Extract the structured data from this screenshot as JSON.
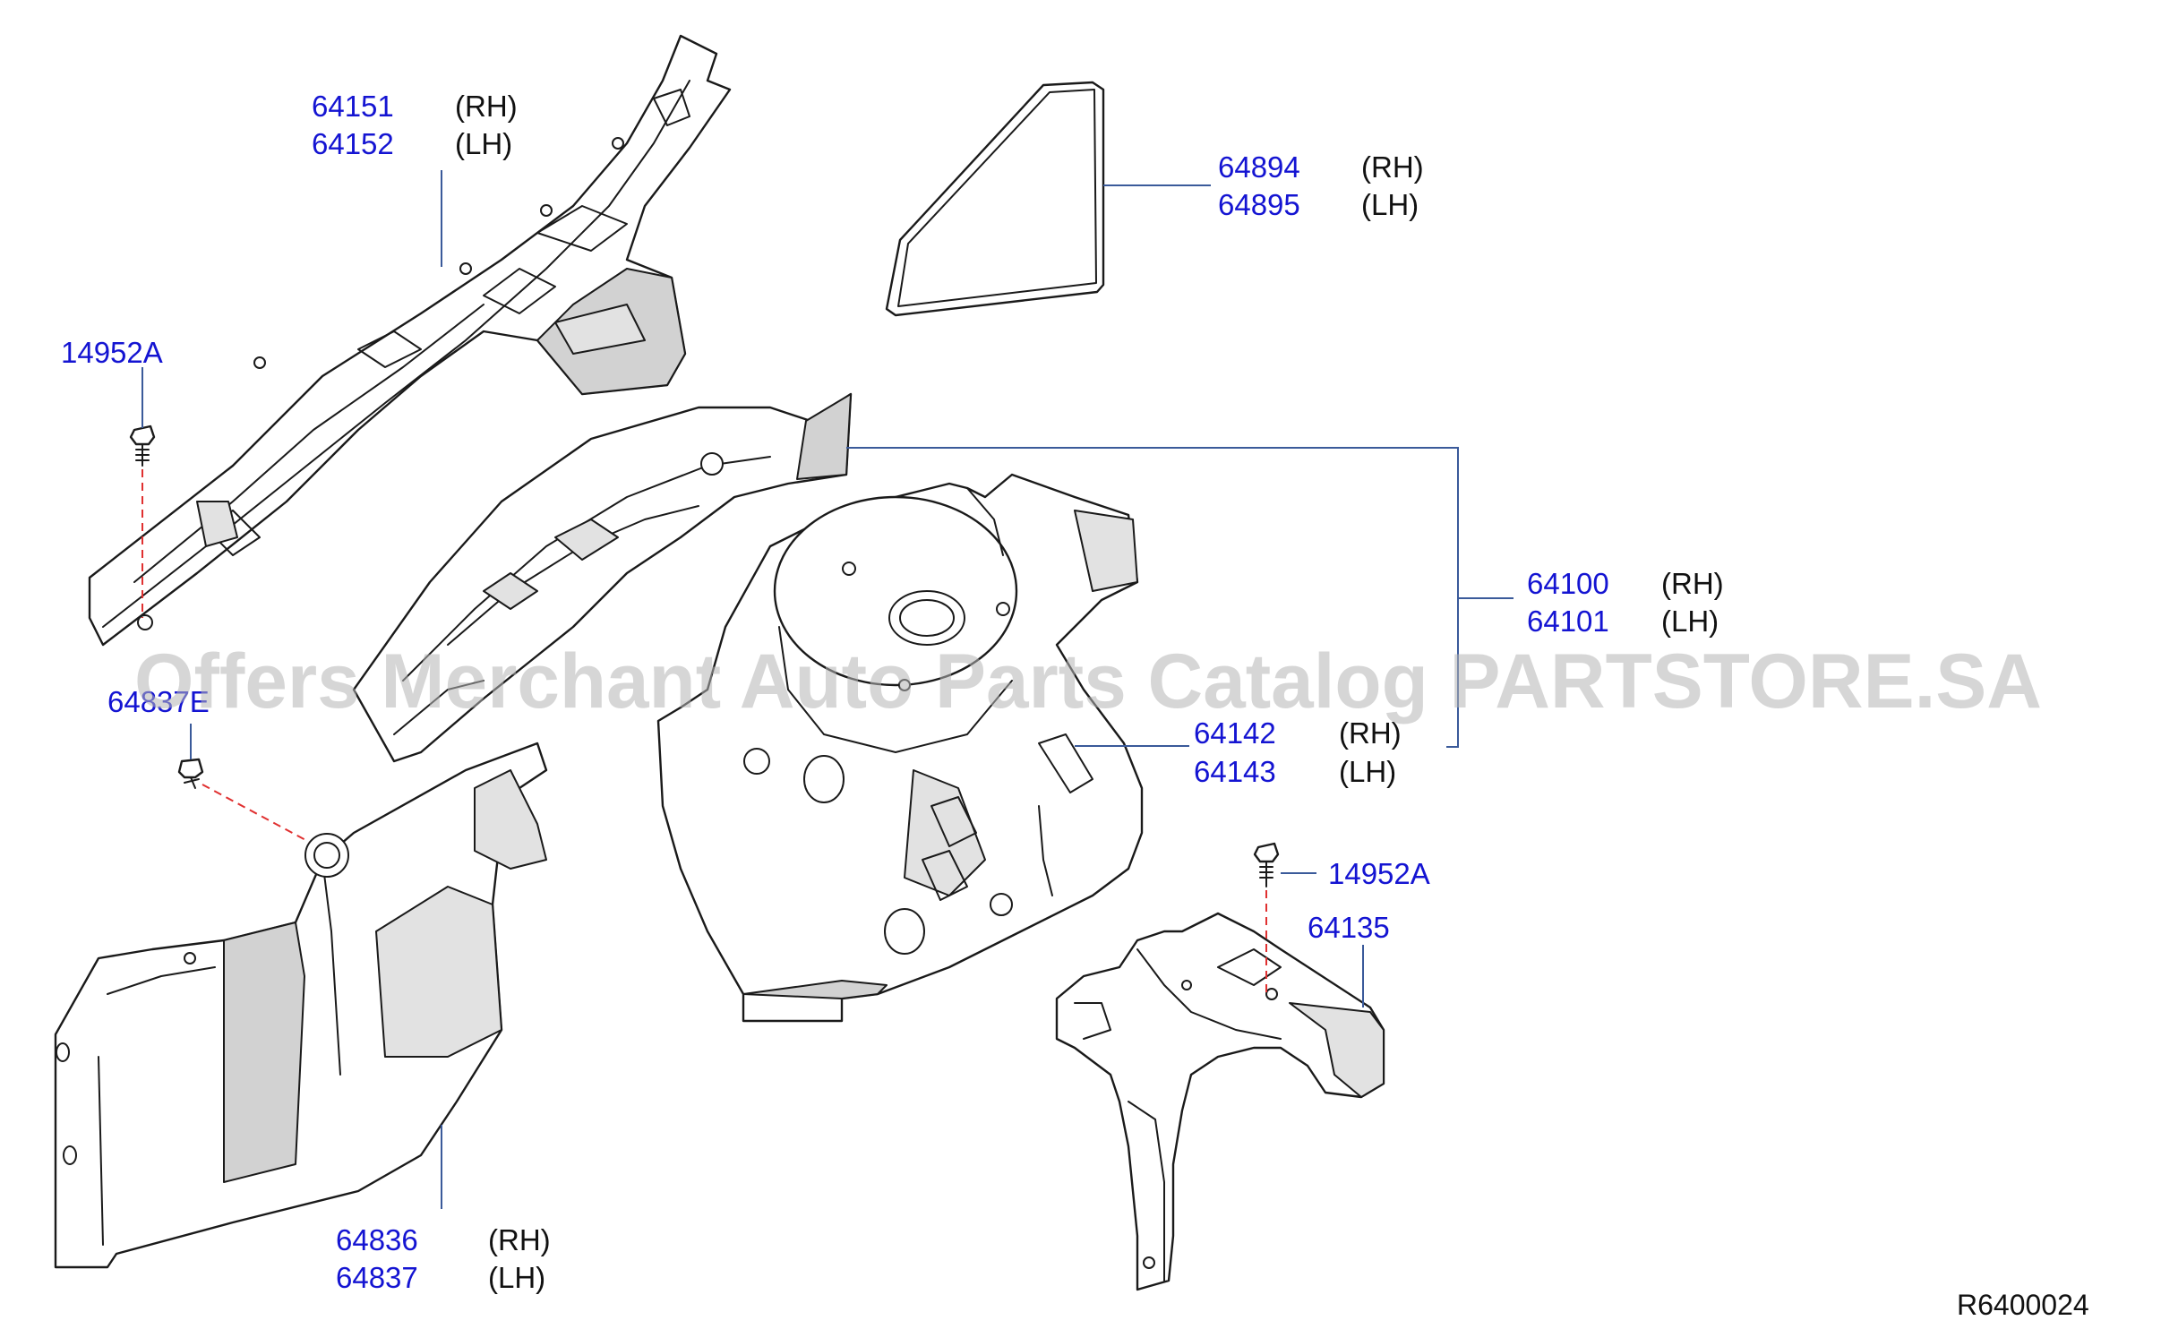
{
  "labels": {
    "p64151": "64151",
    "p64151_side": "(RH)",
    "p64152": "64152",
    "p64152_side": "(LH)",
    "p64894": "64894",
    "p64894_side": "(RH)",
    "p64895": "64895",
    "p64895_side": "(LH)",
    "p14952a_left": "14952A",
    "p64100": "64100",
    "p64100_side": "(RH)",
    "p64101": "64101",
    "p64101_side": "(LH)",
    "p64837e": "64837E",
    "p64142": "64142",
    "p64142_side": "(RH)",
    "p64143": "64143",
    "p64143_side": "(LH)",
    "p14952a_right": "14952A",
    "p64135": "64135",
    "p64836": "64836",
    "p64836_side": "(RH)",
    "p64837": "64837",
    "p64837_side": "(LH)"
  },
  "diagram_code": "R6400024",
  "watermark": "Offers Merchant Auto Parts Catalog PARTSTORE.SA",
  "colors": {
    "part_number": "#1414d2",
    "leader": "#3a5a9a",
    "fastener_axis": "#e03030",
    "watermark": "#b4b4b4"
  }
}
